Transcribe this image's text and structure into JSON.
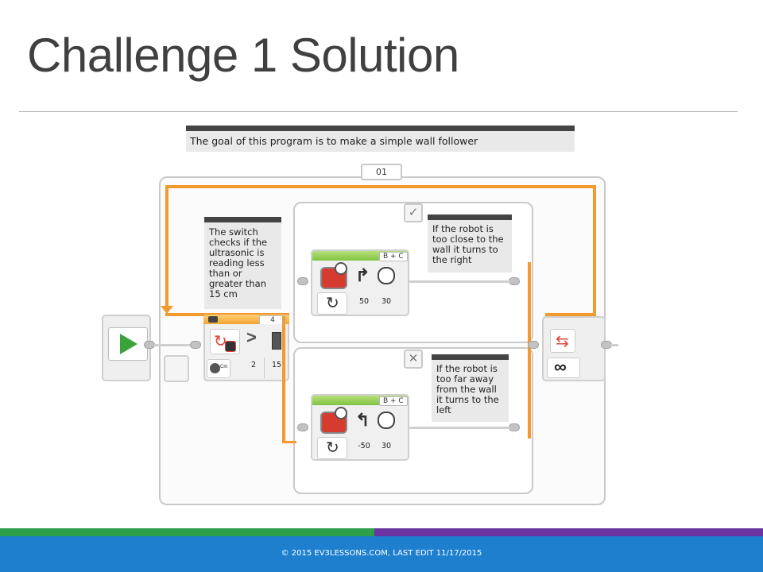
{
  "slide": {
    "title": "Challenge 1 Solution",
    "footer": "© 2015 EV3LESSONS.COM, LAST EDIT 11/17/2015"
  },
  "program": {
    "goal_comment": "The goal of this program is to make a simple wall follower",
    "loop": {
      "name": "01",
      "mode_icon": "infinity-icon"
    },
    "switch": {
      "comment": "The switch checks if the ultrasonic is reading less than or greater than 15 cm",
      "port": "4",
      "compare_symbol": ">",
      "compare_type": "2",
      "threshold": "15",
      "unit_label": "Cm"
    },
    "true_case": {
      "tab_icon": "✓",
      "comment": "If the robot is too close to the wall it turns to the right",
      "steering_block": {
        "ports": "B + C",
        "steering": "50",
        "power": "30"
      }
    },
    "false_case": {
      "tab_icon": "✕",
      "comment": "If the robot is too far away from the wall it turns to the left",
      "steering_block": {
        "ports": "B + C",
        "steering": "-50",
        "power": "30"
      }
    }
  },
  "colors": {
    "wire_orange": "#f29a2e",
    "block_green": "#82c341",
    "start_green": "#3aa33a",
    "loop_red": "#e0463a",
    "footer_blue": "#1e7fcf",
    "footer_green": "#2e9f4a",
    "footer_purple": "#6a35a0"
  }
}
